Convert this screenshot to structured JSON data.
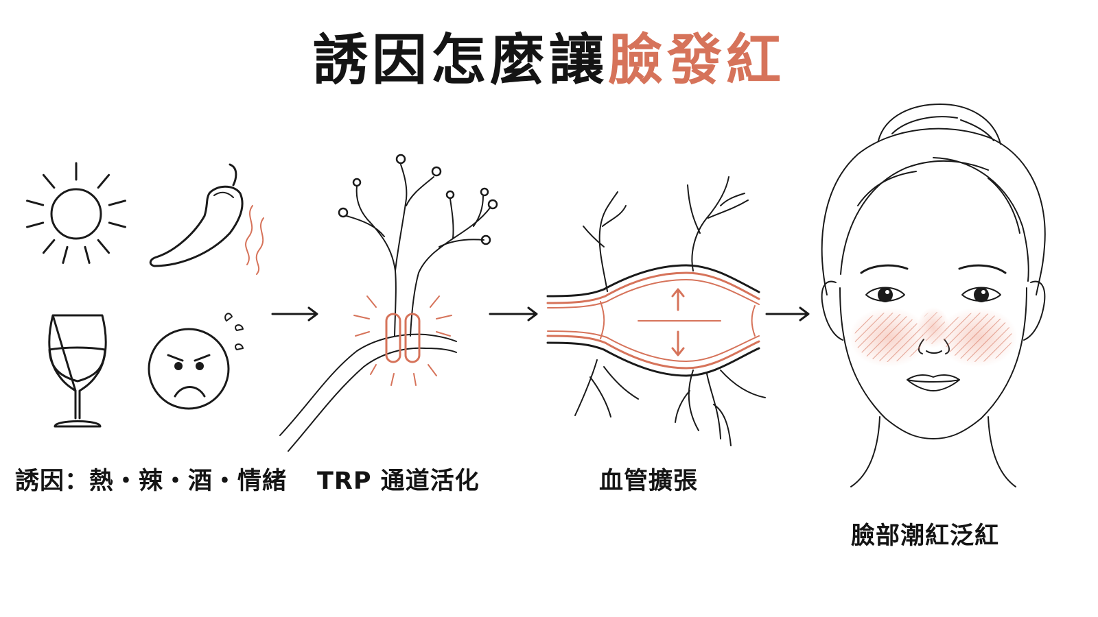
{
  "title": {
    "main": "誘因怎麼讓",
    "accent": "臉發紅"
  },
  "steps": [
    {
      "label": "誘因：熱・辣・酒・情緒"
    },
    {
      "label": "TRP 通道活化"
    },
    {
      "label": "血管擴張"
    },
    {
      "label": "臉部潮紅泛紅"
    }
  ],
  "colors": {
    "accent": "#d6735a",
    "ink": "#1a1a1a",
    "background": "#ffffff"
  },
  "icons": [
    "sun-icon",
    "chili-pepper-icon",
    "wine-glass-icon",
    "angry-face-icon",
    "arrow-right-icon",
    "neuron-icon",
    "blood-vessel-icon",
    "face-icon"
  ]
}
